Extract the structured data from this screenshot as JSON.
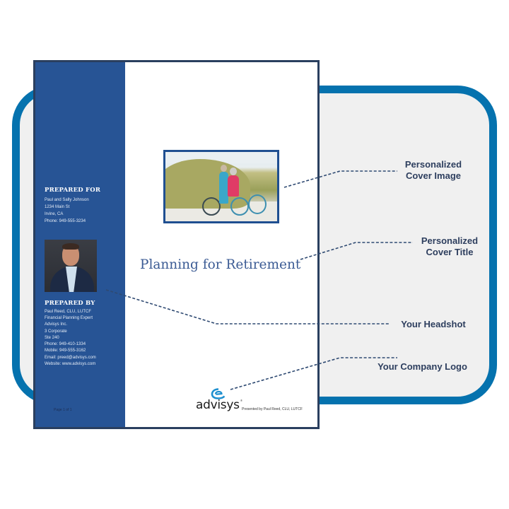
{
  "colors": {
    "frame_blue": "#0572ae",
    "frame_fill": "#f0f0f0",
    "sidebar_blue": "#275495",
    "page_border": "#2a3f5f",
    "title_blue": "#3b5b94",
    "callout_text": "#2d3e5e"
  },
  "page": {
    "sidebar": {
      "prepared_for": {
        "heading": "PREPARED FOR",
        "lines": [
          "Paul and Sally Johnson",
          "1234 Main St",
          "Irvine, CA",
          "Phone: 949-555-3234"
        ]
      },
      "headshot_icon": "person-headshot-photo",
      "prepared_by": {
        "heading": "PREPARED BY",
        "lines": [
          "Paul Reed, CLU, LUTCF",
          "Financial Planning Expert",
          "Advisys Inc.",
          "3 Corporate",
          "Ste 240",
          "Phone: 949-410-1334",
          "Mobile: 949-555-3162",
          "Email: preed@advisys.com",
          "Website: www.advisys.com"
        ]
      },
      "page_number": "Page 1 of 1"
    },
    "cover_image_alt": "Couple with bicycles on beach dunes",
    "title": "Planning for Retirement",
    "logo": {
      "text": "advisys",
      "registered": "®",
      "presented_by": "Presented by Paul Reed, CLU, LUTCF"
    }
  },
  "callouts": [
    {
      "id": "cover-image",
      "lines": [
        "Personalized",
        "Cover Image"
      ]
    },
    {
      "id": "cover-title",
      "lines": [
        "Personalized",
        "Cover Title"
      ]
    },
    {
      "id": "headshot",
      "lines": [
        "Your Headshot"
      ]
    },
    {
      "id": "company-logo",
      "lines": [
        "Your Company Logo"
      ]
    }
  ]
}
